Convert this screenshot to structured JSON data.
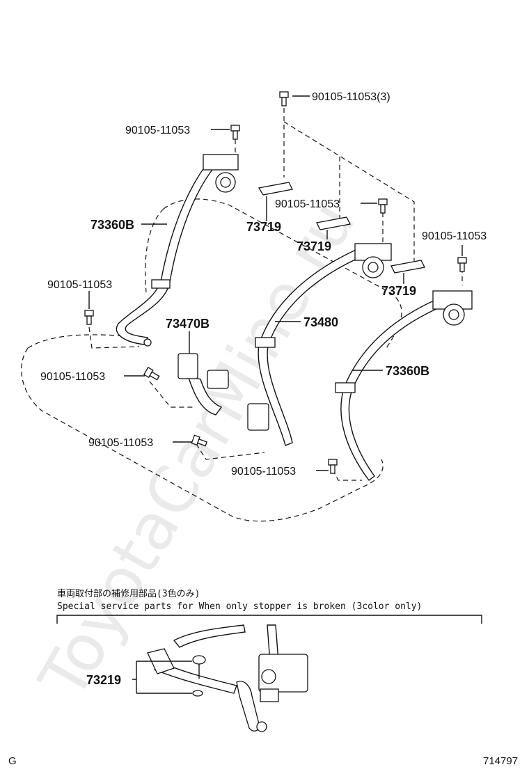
{
  "watermark": "ToyotaCarMine.ru",
  "labels": {
    "bolt_top": "90105-11053(3)",
    "bolt_left_top": "90105-11053",
    "belt_left": "73360B",
    "bracket_a": "73719",
    "bolt_mid": "90105-11053",
    "bracket_b": "73719",
    "bolt_right": "90105-11053",
    "bracket_c": "73719",
    "bolt_left_mid": "90105-11053",
    "buckle_left": "73470B",
    "belt_center": "73480",
    "bolt_left_low": "90105-11053",
    "belt_right": "73360B",
    "bolt_bottom_left": "90105-11053",
    "bolt_bottom_center": "90105-11053",
    "stopper": "73219"
  },
  "inset": {
    "title_jp": "車両取付部の補修用部品(3色のみ)",
    "title_en": "Special  service  parts  for  When  only  stopper  is  broken  (3color  only)"
  },
  "footer": {
    "left_code": "G",
    "diagram_id": "714797"
  }
}
